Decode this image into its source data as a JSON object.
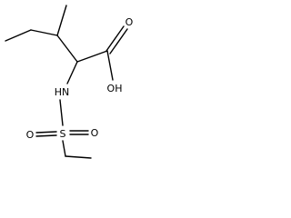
{
  "molecule": {
    "labels": {
      "hydroxyl": "OH",
      "carbonyl_o": "O",
      "nitrogen": "HN",
      "sulfur": "S",
      "sulfonyl_o_left": "O",
      "sulfonyl_o_right": "O"
    }
  }
}
